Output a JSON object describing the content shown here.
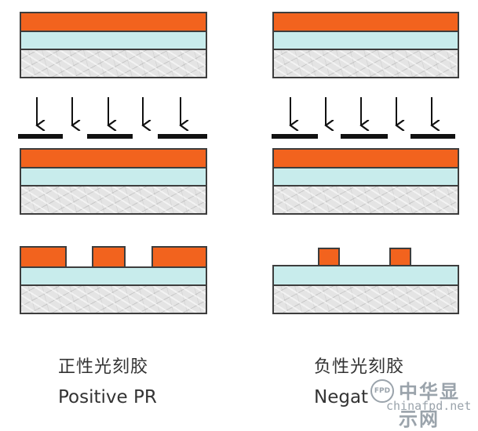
{
  "left": {
    "caption_cn": "正性光刻胶",
    "caption_en": "Positive PR"
  },
  "right": {
    "caption_cn": "负性光刻胶",
    "caption_en": "Negat"
  },
  "watermark": {
    "badge": "FPD",
    "logo": "中华显示网",
    "url": "chinafpd.net"
  },
  "colors": {
    "photoresist": "#f2631e",
    "glass": "#c8ecec",
    "substrate": "#e4e4e4",
    "mask": "#111111",
    "outline": "#3d3d3d"
  }
}
